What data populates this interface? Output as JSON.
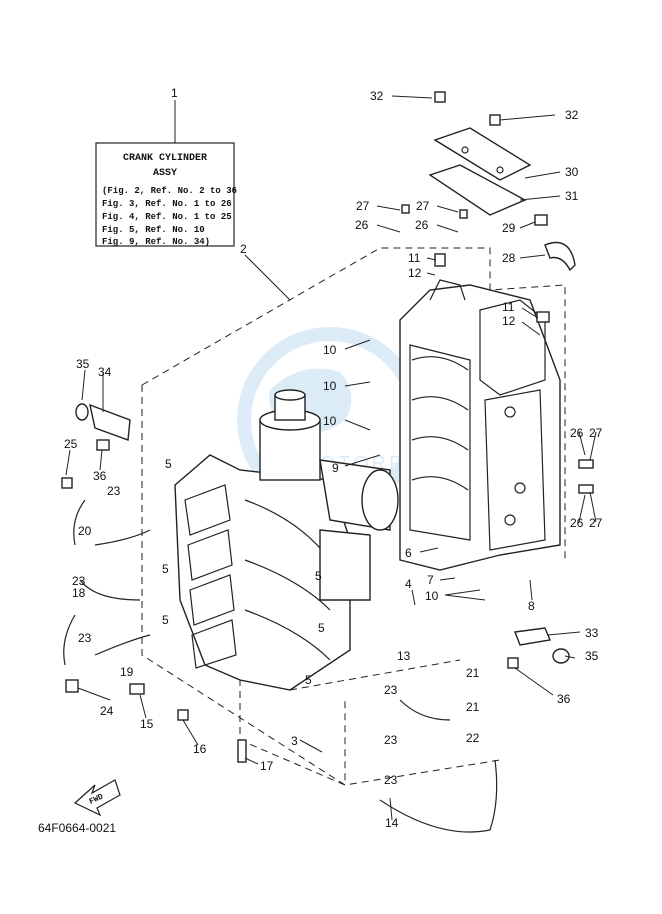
{
  "diagram": {
    "callout_box": {
      "title": "CRANK CYLINDER",
      "subtitle": "ASSY",
      "lines": [
        "(Fig. 2, Ref. No. 2 to 36",
        "Fig. 3, Ref. No. 1 to 26",
        "Fig. 4, Ref. No. 1 to 25",
        "Fig. 5, Ref. No. 10",
        "Fig. 9, Ref. No. 34)"
      ]
    },
    "fwd_label": "FWD",
    "drawing_code": "64F0664-0021",
    "watermark": "MOTORPARTS",
    "part_numbers": [
      "1",
      "2",
      "3",
      "4",
      "5",
      "5",
      "5",
      "5",
      "5",
      "5",
      "6",
      "7",
      "8",
      "9",
      "10",
      "10",
      "10",
      "10",
      "11",
      "11",
      "12",
      "12",
      "13",
      "14",
      "15",
      "16",
      "17",
      "18",
      "19",
      "20",
      "21",
      "21",
      "22",
      "23",
      "23",
      "23",
      "23",
      "23",
      "23",
      "24",
      "25",
      "26",
      "26",
      "26",
      "26",
      "27",
      "27",
      "27",
      "27",
      "28",
      "29",
      "30",
      "31",
      "32",
      "32",
      "33",
      "34",
      "35",
      "35",
      "36",
      "36"
    ]
  }
}
